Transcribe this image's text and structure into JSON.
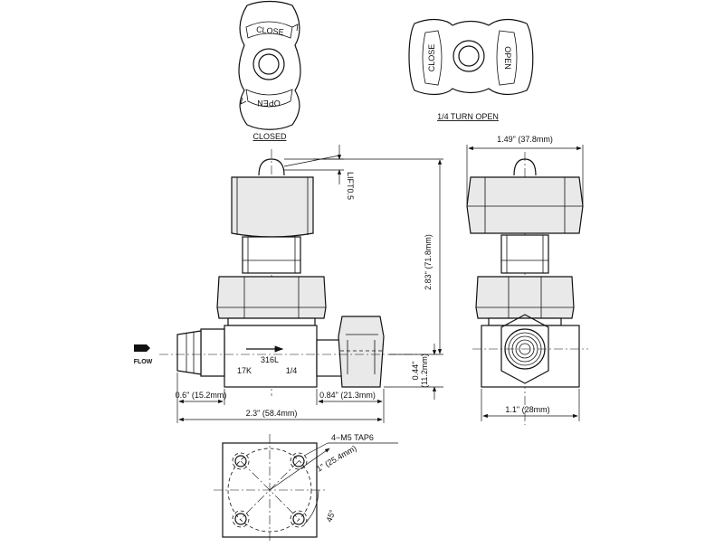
{
  "knob": {
    "close_label": "CLOSE",
    "open_label": "OPEN"
  },
  "views": {
    "closed_caption": "CLOSED",
    "quarter_turn_caption": "1/4 TURN OPEN"
  },
  "dimensions": {
    "lift": "LIFT0.5",
    "overall_height": "2.83\" (71.8mm)",
    "width_top": "1.49\" (37.8mm)",
    "port_center": "0.44\"",
    "port_center_mm": "(11.2mm)",
    "left_port": "0.6\" (15.2mm)",
    "right_port": "0.84\" (21.3mm)",
    "overall_length": "2.3\" (58.4mm)",
    "body_width": "1.1\" (28mm)",
    "bolt_spacing": "1\" (25.4mm)",
    "bolt_callout": "4−M5  TAP6",
    "angle": "45°"
  },
  "body_marks": {
    "material": "316L",
    "pressure": "17K",
    "size": "1/4"
  },
  "flow_label": "FLOW"
}
